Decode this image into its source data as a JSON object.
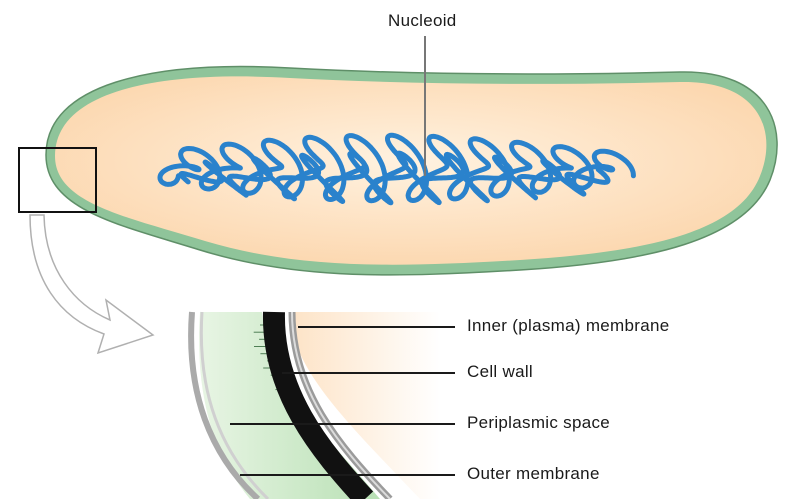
{
  "labels": {
    "nucleoid": "Nucleoid",
    "inner_membrane": "Inner (plasma) membrane",
    "cell_wall": "Cell wall",
    "periplasmic_space": "Periplasmic space",
    "outer_membrane": "Outer membrane"
  },
  "colors": {
    "cytoplasm": "#fcdcb8",
    "cell_envelope": "#8fc49a",
    "nucleoid_dna": "#2a82cc",
    "cell_wall": "#111111",
    "periplasm": "#cfe9c9",
    "membrane": "#bfbfbf",
    "leader_line": "#1a1a1a"
  }
}
